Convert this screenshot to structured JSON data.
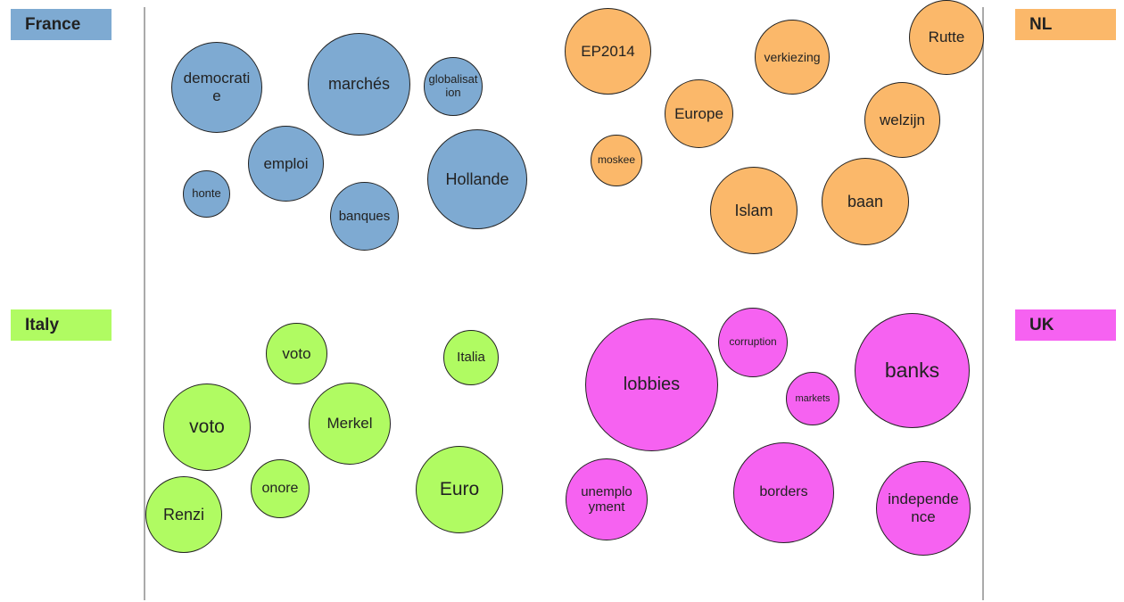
{
  "colors": {
    "france": "#7eaad2",
    "nl": "#fbb86a",
    "italy": "#b0fb62",
    "uk": "#f662f1"
  },
  "labels": {
    "france": "France",
    "nl": "NL",
    "italy": "Italy",
    "uk": "UK"
  },
  "bubbles": {
    "france": [
      "democratie",
      "marchés",
      "globalisation",
      "emploi",
      "Hollande",
      "honte",
      "banques"
    ],
    "nl": [
      "EP2014",
      "verkiezing",
      "Rutte",
      "Europe",
      "welzijn",
      "moskee",
      "Islam",
      "baan"
    ],
    "italy": [
      "voto",
      "Italia",
      "voto",
      "Merkel",
      "onore",
      "Euro",
      "Renzi"
    ],
    "uk": [
      "corruption",
      "lobbies",
      "markets",
      "banks",
      "unemployment",
      "borders",
      "independence"
    ]
  }
}
